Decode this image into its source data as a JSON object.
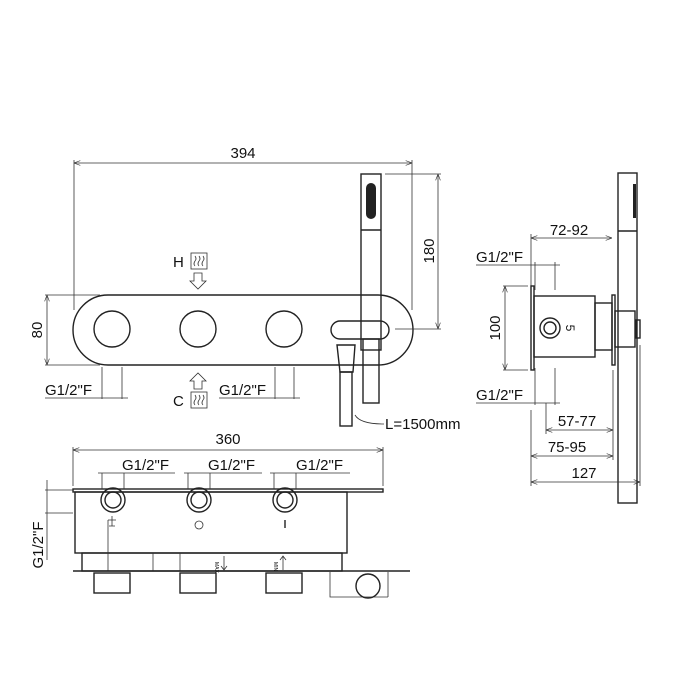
{
  "front_view": {
    "width_label": "394",
    "height_label": "80",
    "handshower_height_label": "180",
    "hot_label": "H",
    "cold_label": "C",
    "inlet_left_label": "G1/2\"F",
    "inlet_right_label": "G1/2\"F",
    "hose_label": "L=1500mm"
  },
  "side_view": {
    "depth_label": "72-92",
    "inlet_top_label": "G1/2\"F",
    "inlet_bottom_label": "G1/2\"F",
    "plate_height_label": "100",
    "body_number": "5",
    "dim_a": "57-77",
    "dim_b": "75-95",
    "dim_total": "127"
  },
  "bottom_view": {
    "width_label": "360",
    "outlets": [
      "G1/2\"F",
      "G1/2\"F",
      "G1/2\"F"
    ],
    "side_label": "G1/2\"F",
    "max_label": "MAX",
    "min_label": "MIN"
  }
}
